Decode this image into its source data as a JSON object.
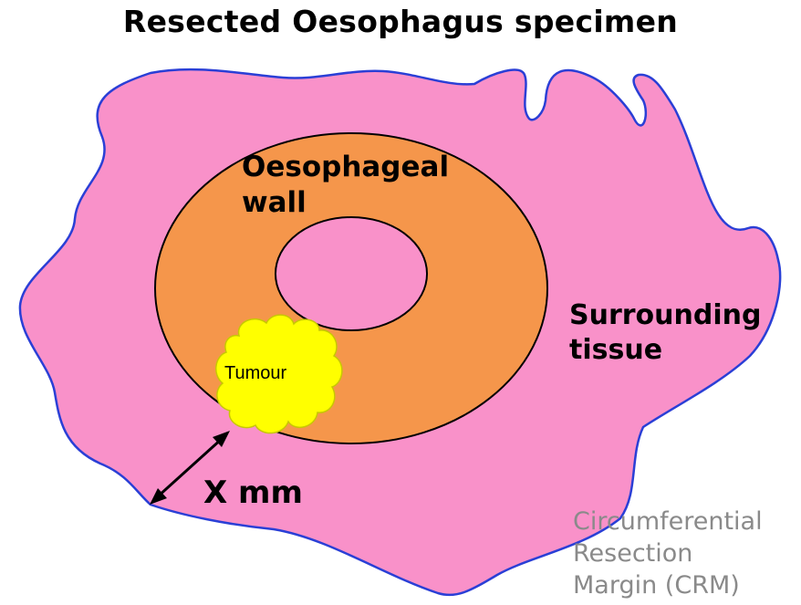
{
  "title": "Resected Oesophagus specimen",
  "labels": {
    "wall": [
      "Oesophageal",
      "wall"
    ],
    "tissue": [
      "Surrounding",
      "tissue"
    ],
    "tumour": "Tumour",
    "distance": "X mm",
    "crm": [
      "Circumferential",
      "Resection",
      "Margin (CRM)"
    ]
  },
  "colors": {
    "tissue_fill": "#f991c9",
    "tissue_outline": "#2a3fd6",
    "wall_fill": "#f5964b",
    "lumen_fill": "#ffffff",
    "tumour_fill": "#ffff00",
    "crm_text": "#8a8a8a"
  }
}
